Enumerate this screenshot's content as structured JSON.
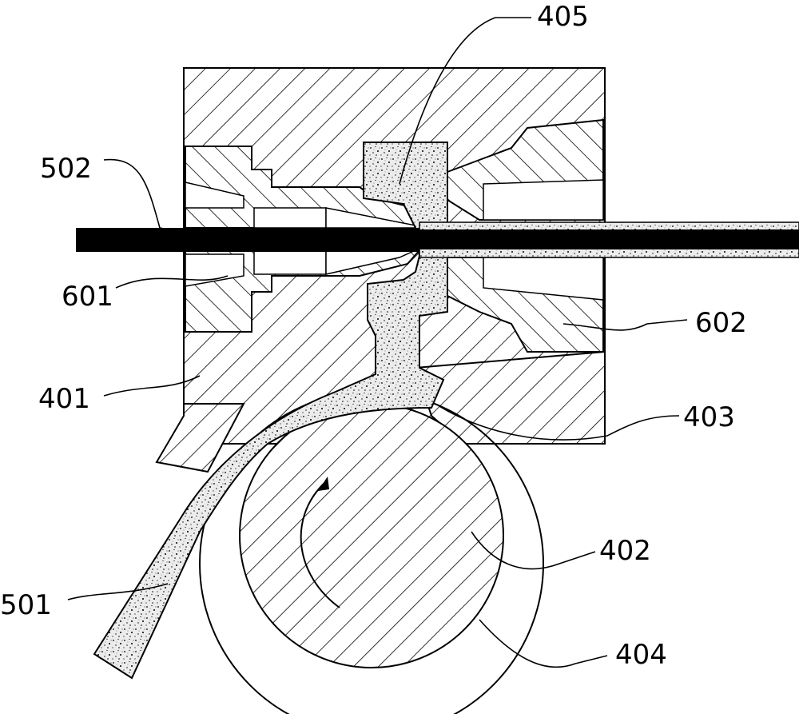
{
  "labels": {
    "l405": "405",
    "l502": "502",
    "l601": "601",
    "l602": "602",
    "l401": "401",
    "l403": "403",
    "l402": "402",
    "l501": "501",
    "l404": "404"
  },
  "colors": {
    "line": "#000000",
    "background": "#ffffff",
    "rod": "#000000",
    "speckle_fill": "#e9e9e9"
  }
}
